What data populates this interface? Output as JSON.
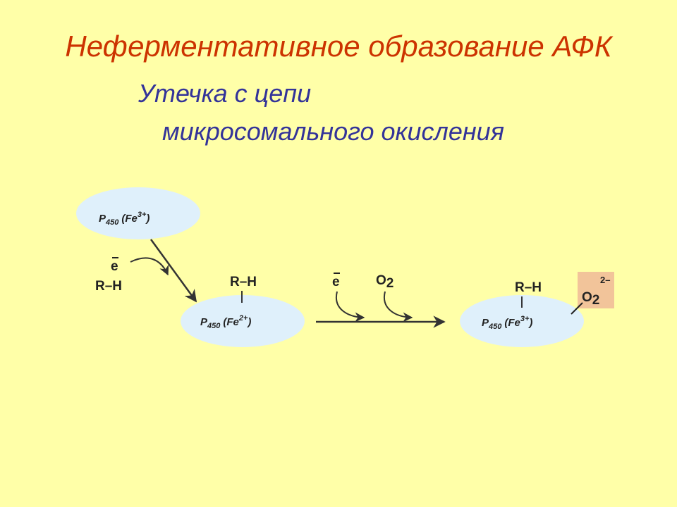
{
  "title": "Неферментативное образование АФК",
  "subtitle": {
    "line1": "Утечка с цепи",
    "line2": "микросомального окисления"
  },
  "diagram": {
    "enzyme_main": "P",
    "enzyme_sub": "450",
    "iron_prefix": "(Fe",
    "iron_suffix": ")",
    "charge_ferric": "3+",
    "charge_ferrous": "2+",
    "electron": "e",
    "substrate": "R–H",
    "oxygen_symbol": "O",
    "oxygen_sub": "2",
    "superoxide_charge": "2–",
    "superoxide_box_color": "#f2c49a",
    "ellipse_color": "#dff0fb"
  }
}
